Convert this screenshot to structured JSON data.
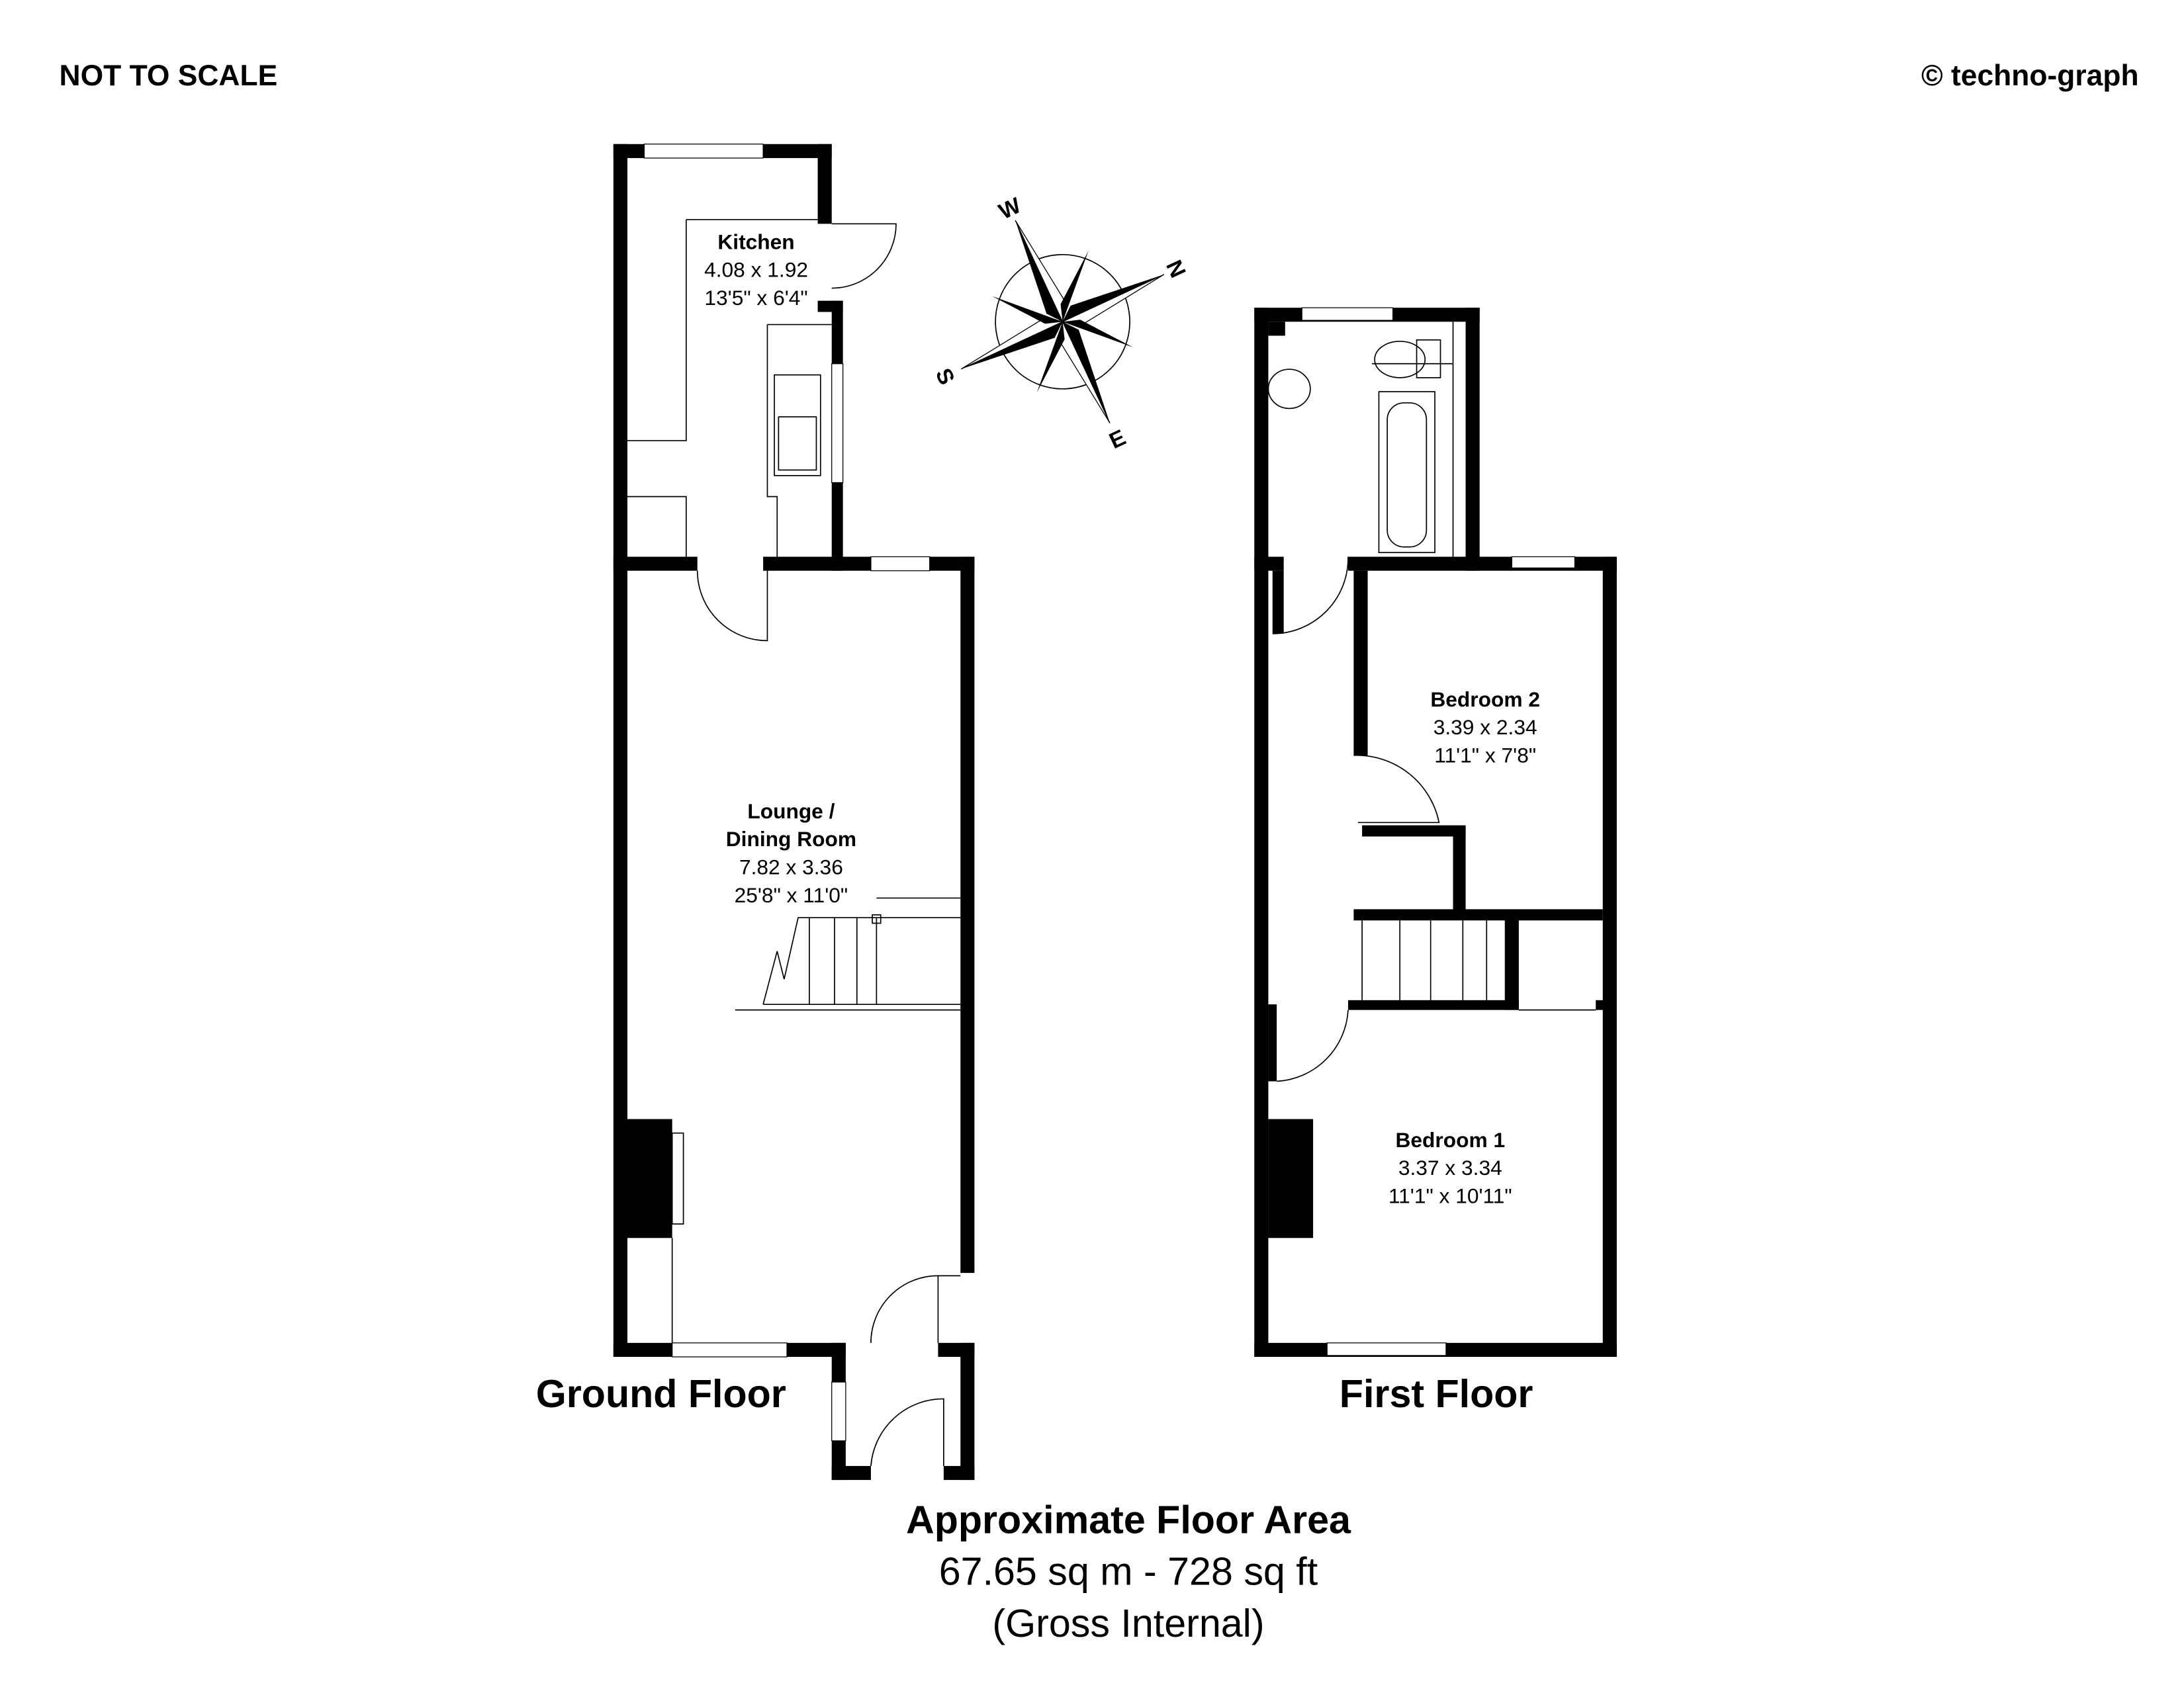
{
  "header": {
    "left": "NOT TO SCALE",
    "right": "© techno-graph"
  },
  "compass": {
    "n": "N",
    "s": "S",
    "e": "E",
    "w": "W"
  },
  "ground_floor": {
    "title": "Ground Floor",
    "rooms": [
      {
        "name": "Kitchen",
        "metric": "4.08 x 1.92",
        "imperial": "13'5\" x 6'4\""
      },
      {
        "name_line1": "Lounge /",
        "name_line2": "Dining Room",
        "metric": "7.82 x 3.36",
        "imperial": "25'8\" x 11'0\""
      }
    ]
  },
  "first_floor": {
    "title": "First Floor",
    "rooms": [
      {
        "name": "Bedroom 2",
        "metric": "3.39 x 2.34",
        "imperial": "11'1\" x 7'8\""
      },
      {
        "name": "Bedroom 1",
        "metric": "3.37 x 3.34",
        "imperial": "11'1\" x 10'11\""
      }
    ]
  },
  "area": {
    "title": "Approximate Floor Area",
    "value": "67.65 sq m - 728 sq ft",
    "note": "(Gross Internal)"
  }
}
